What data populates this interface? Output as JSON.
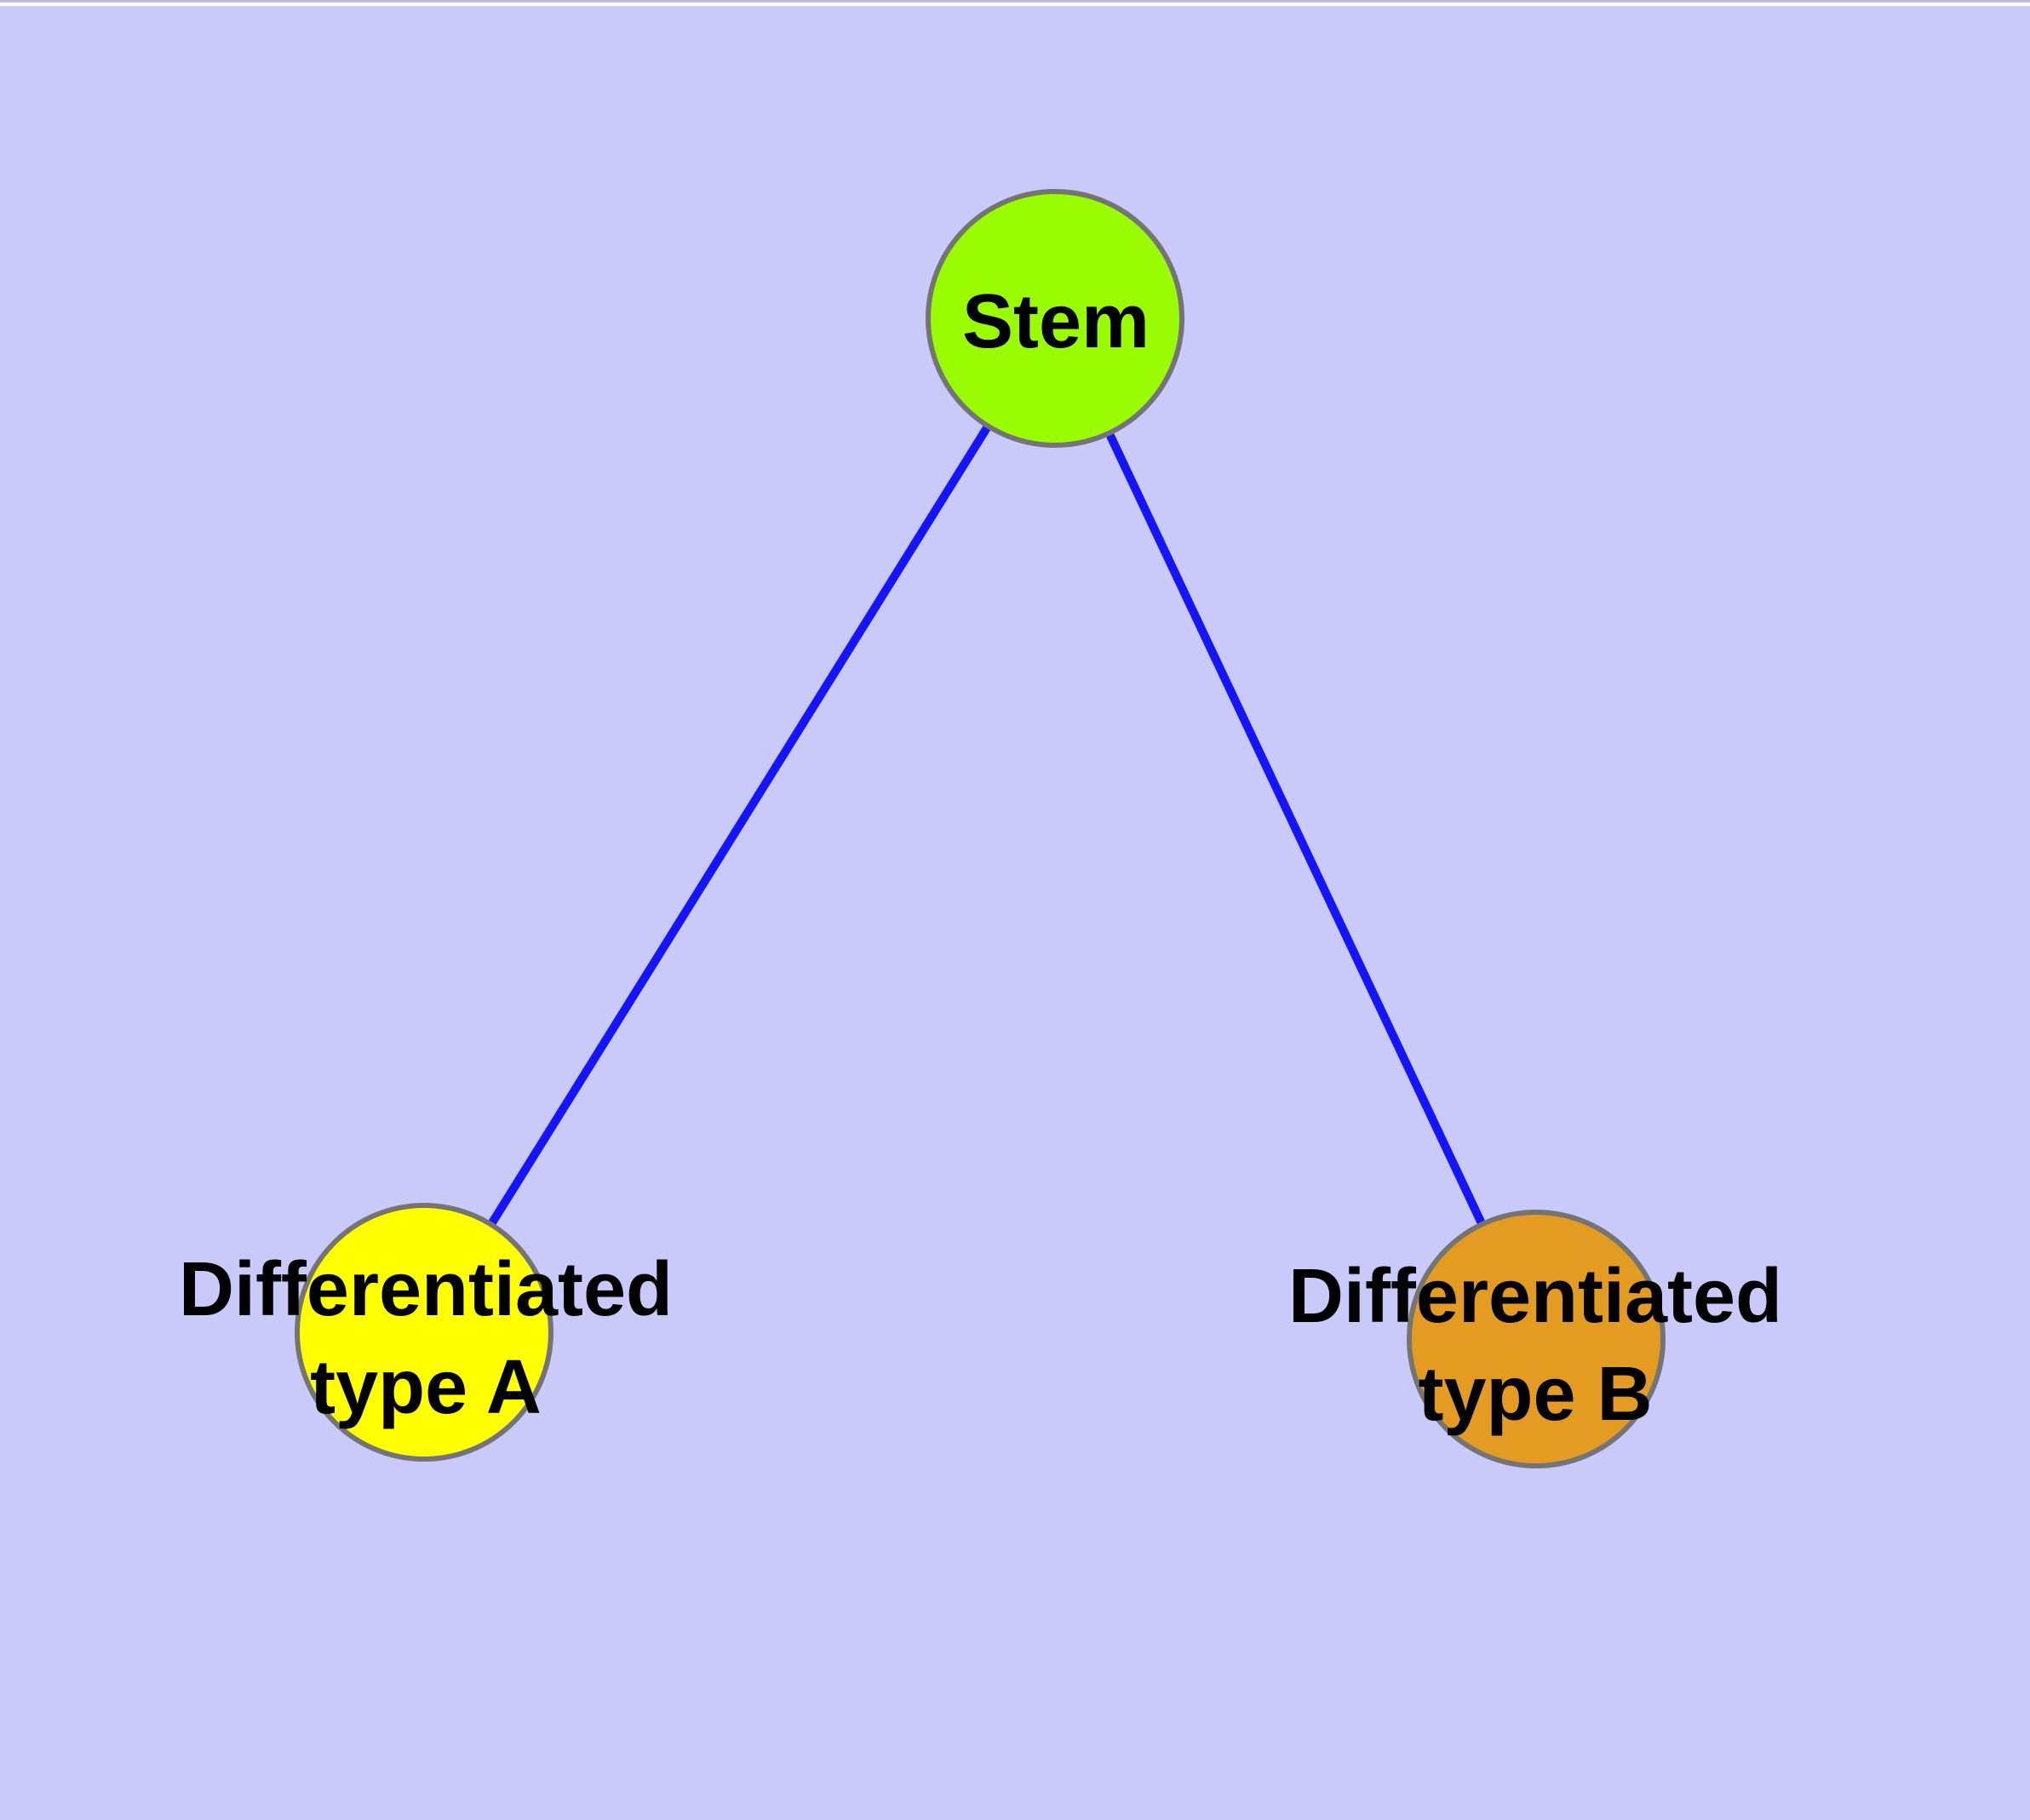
{
  "diagram": {
    "type": "node-link-tree",
    "background_color": "#c9c9fa",
    "edge_color": "#1414ff",
    "node_border_color": "#747474",
    "text_color": "#000000",
    "nodes": [
      {
        "id": "stem",
        "label": "Stem",
        "lines": [
          "Stem"
        ],
        "fill": "#99fc00"
      },
      {
        "id": "differentiated-type-a",
        "label": "Differentiated type A",
        "lines": [
          "Differentiated",
          "type A"
        ],
        "fill": "#ffff00"
      },
      {
        "id": "differentiated-type-b",
        "label": "Differentiated type B",
        "lines": [
          "Differentiated",
          "type B"
        ],
        "fill": "#e39c21"
      }
    ],
    "edges": [
      {
        "from": "Stem",
        "to": "Differentiated type A"
      },
      {
        "from": "Stem",
        "to": "Differentiated type B"
      }
    ]
  }
}
